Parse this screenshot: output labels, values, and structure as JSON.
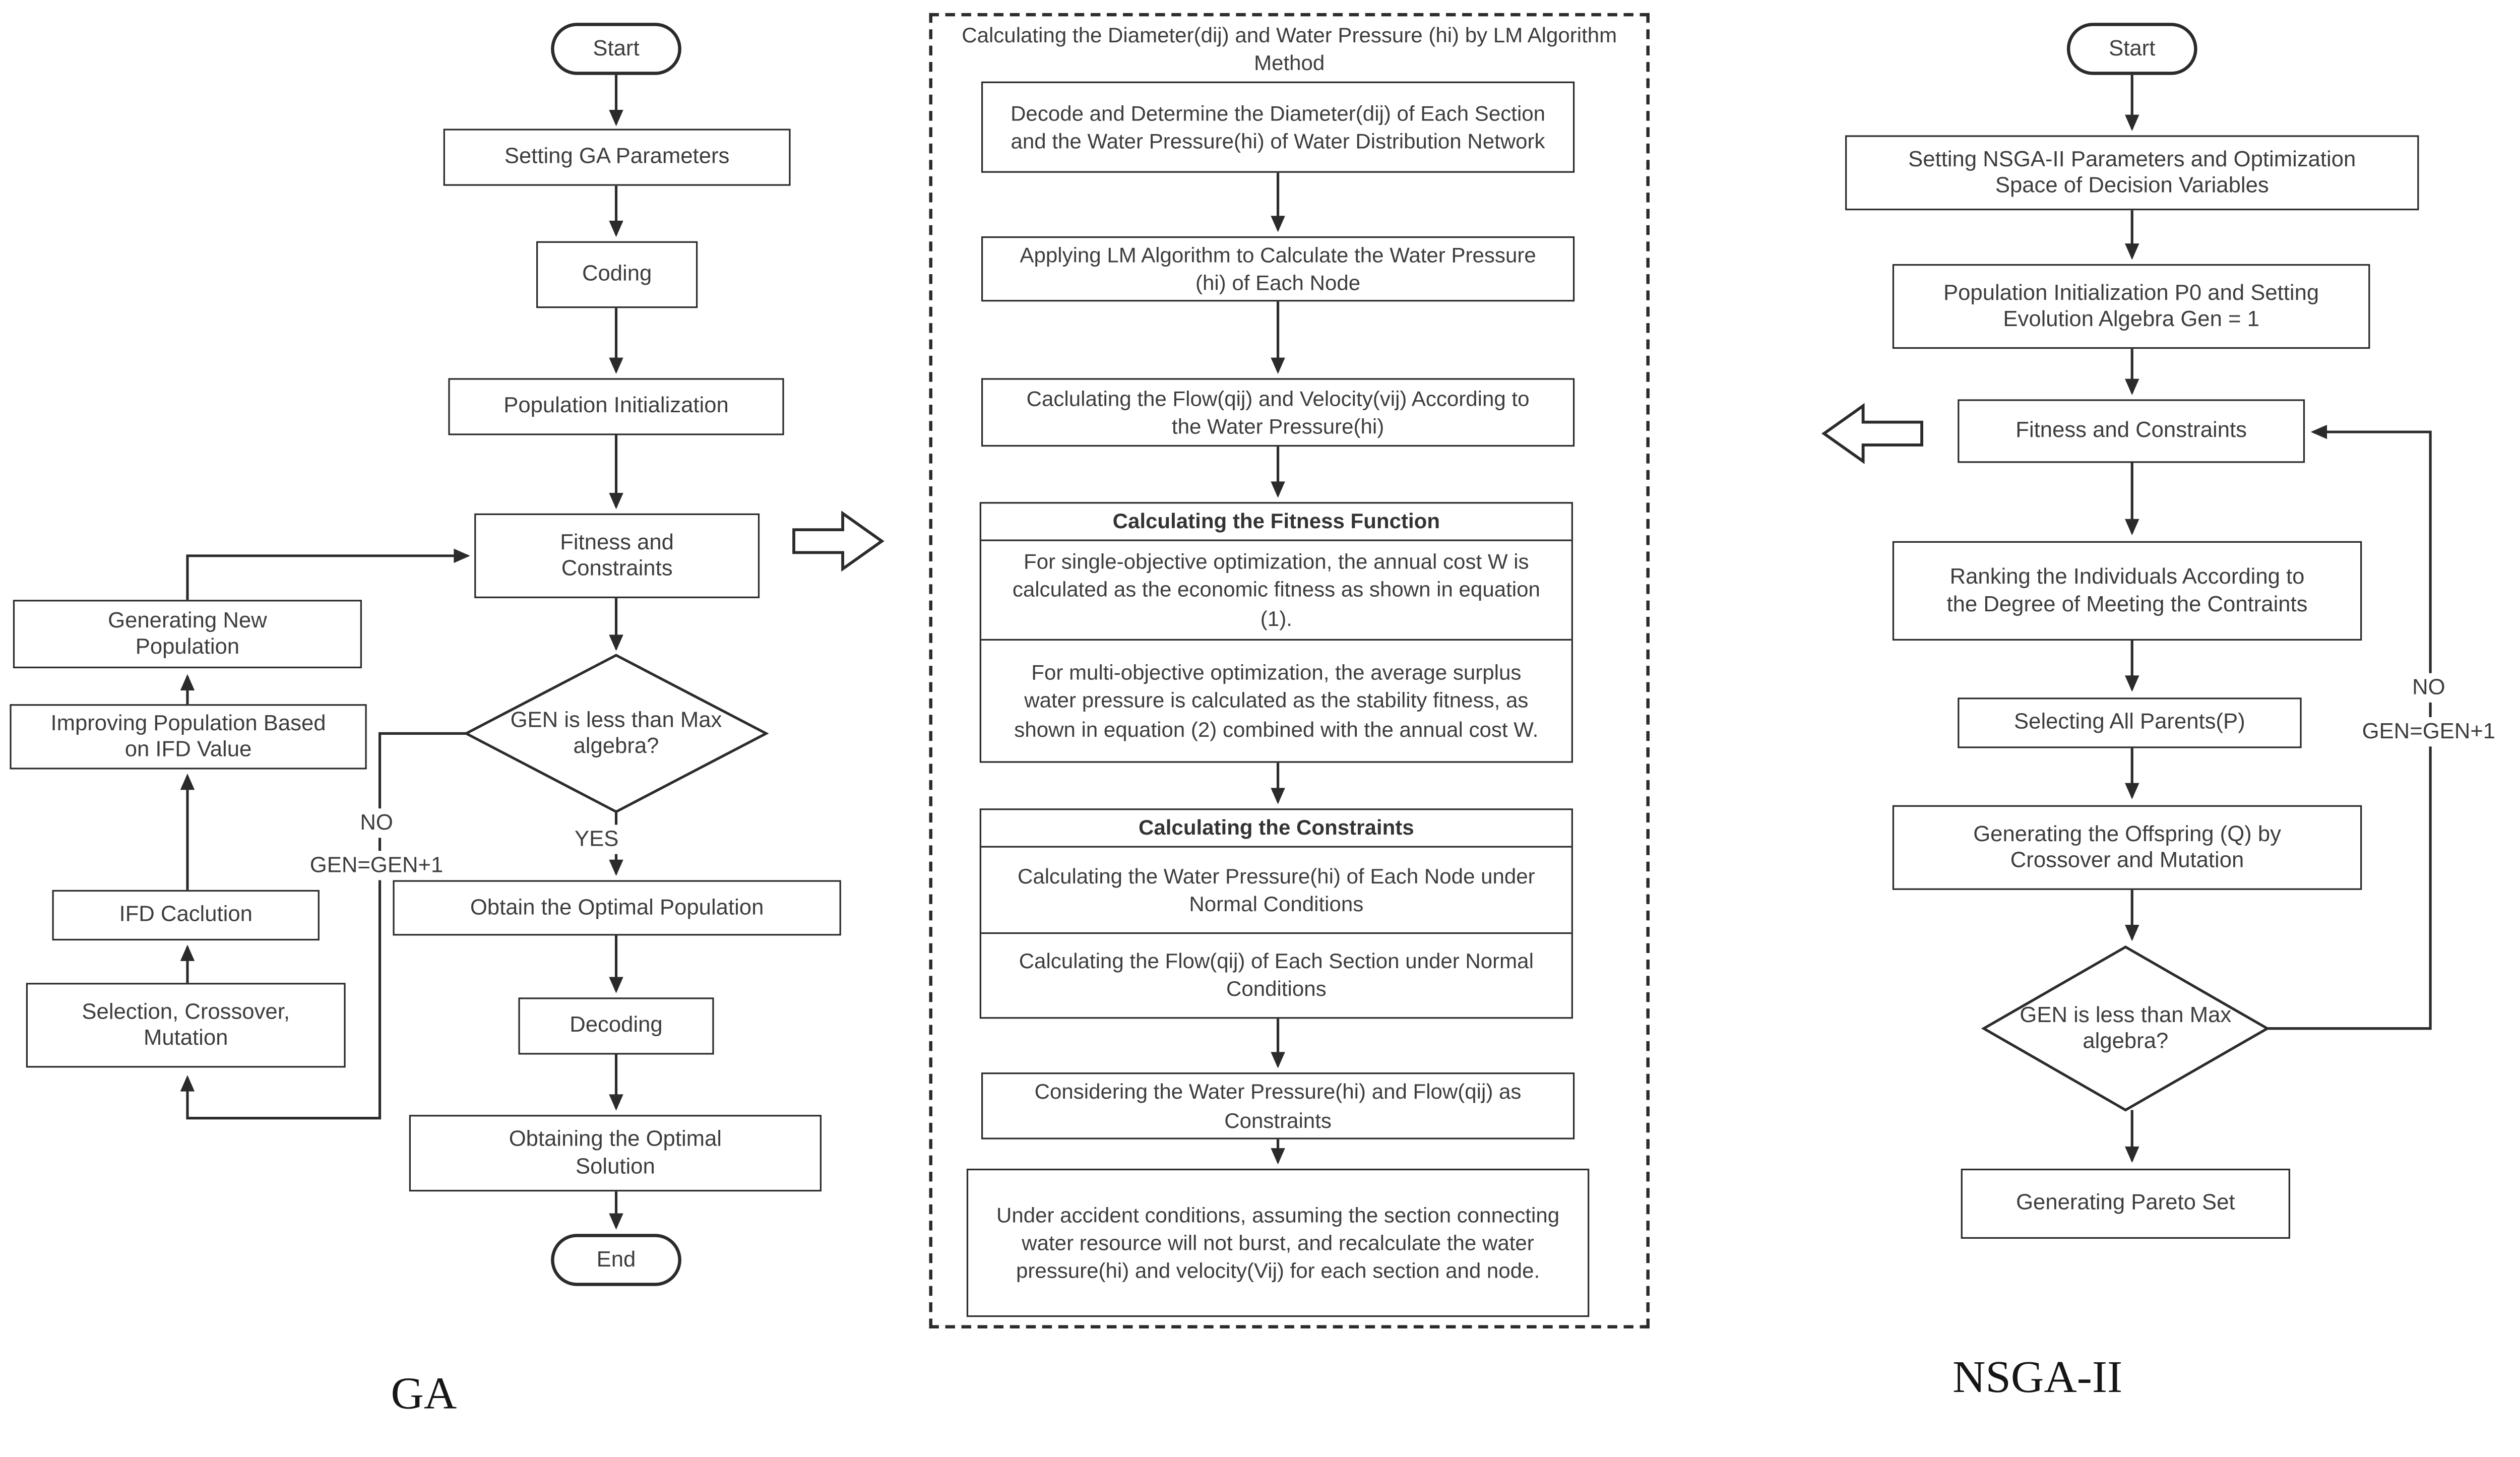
{
  "ga": {
    "caption": "GA",
    "start": "Start",
    "setting_params": "Setting GA Parameters",
    "coding": "Coding",
    "population_init": "Population Initialization",
    "fitness": "Fitness and Constraints",
    "decision": "GEN is less than Max algebra?",
    "yes_label": "YES",
    "no_label": "NO",
    "gen_increment": "GEN=GEN+1",
    "obtain_population": "Obtain the Optimal Population",
    "decoding": "Decoding",
    "obtain_solution": "Obtaining the Optimal Solution",
    "end": "End",
    "generating_new_population": "Generating New Population",
    "improving_population": "Improving Population Based on IFD Value",
    "ifd_calculation": "IFD Caclution",
    "selection_crossover_mutation": "Selection, Crossover, Mutation"
  },
  "lm": {
    "title": "Calculating the Diameter(dij)  and Water Pressure (hi) by LM Algorithm Method",
    "decode": "Decode and Determine the Diameter(dij) of Each Section and the Water Pressure(hi) of Water Distribution Network",
    "applying_lm": "Applying LM Algorithm to Calculate the Water Pressure (hi) of Each Node",
    "flow_velocity": "Caclulating the Flow(qij) and Velocity(vij) According to the Water Pressure(hi)",
    "fitness_header": "Calculating the Fitness Function",
    "fitness_single": "For single-objective optimization, the annual cost W is calculated as the economic fitness as shown in equation (1).",
    "fitness_multi": "For multi-objective optimization, the average surplus water pressure is calculated as the stability fitness, as shown in equation (2) combined with the annual cost W.",
    "constraints_header": "Calculating the Constraints",
    "constraints_pressure": "Calculating the Water Pressure(hi) of Each Node under Normal Conditions",
    "constraints_flow": "Calculating the Flow(qij) of Each Section under Normal Conditions",
    "considering": "Considering the Water Pressure(hi) and Flow(qij) as Constraints",
    "accident": "Under accident conditions, assuming the section connecting water resource will not burst, and recalculate the water pressure(hi) and velocity(Vij) for each section and node."
  },
  "nsga": {
    "caption": "NSGA-II",
    "start": "Start",
    "setting_params": "Setting NSGA-II Parameters and Optimization Space of Decision Variables",
    "population_init": "Population Initialization P0 and Setting Evolution Algebra Gen = 1",
    "fitness": "Fitness and Constraints",
    "ranking": "Ranking the Individuals According to the Degree of Meeting the Contraints",
    "selecting_parents": "Selecting All Parents(P)",
    "generating_offspring": "Generating the Offspring (Q) by Crossover and Mutation",
    "decision": "GEN is less than Max algebra?",
    "pareto": "Generating Pareto Set",
    "no_label": "NO",
    "gen_increment": "GEN=GEN+1"
  }
}
